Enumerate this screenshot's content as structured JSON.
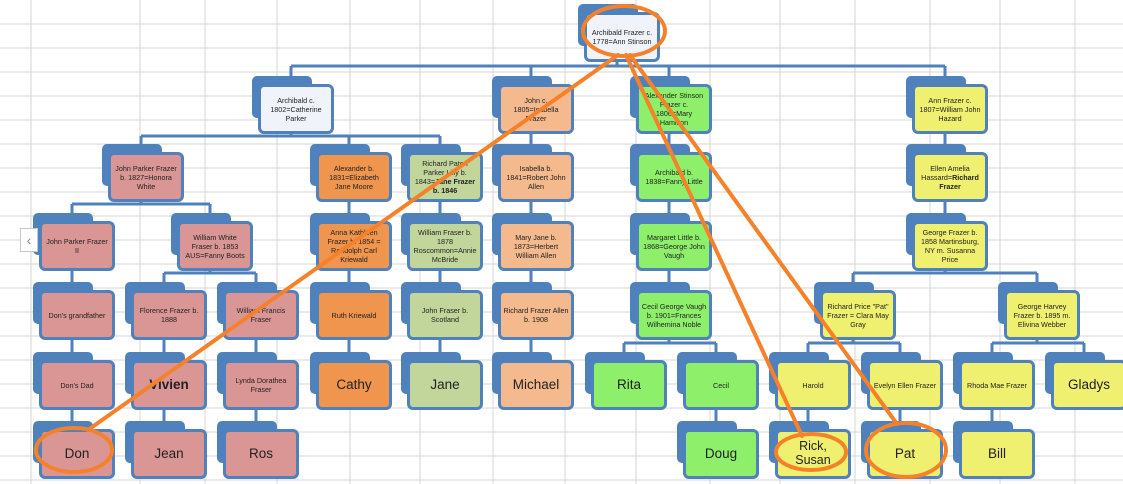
{
  "colors": {
    "connector": "#4f81bd",
    "annotation": "#f5822a",
    "grid": "#d4d4d4"
  },
  "nodes": {
    "root": "Archibald Frazer c. 1778=Ann Stinson",
    "archibald_1802": "Archibald c. 1802=Catherine Parker",
    "john_1805": "John c. 1805=Isabella Frazer",
    "alexander_stinson": "Alexander Stinson Frazer c. 1806=Mary Hamilton",
    "ann_1807": "Ann Frazer c. 1807=William John Hazard",
    "john_parker_1827": "John Parker Frazer b. 1827=Honora White",
    "alexander_1831": "Alexander b. 1831=Elizabeth Jane Moore",
    "richard_paton": "Richard Paton Parker Lilly b. 1843=Jane Frazer b. 1846",
    "isabella_1841": "Isabella b. 1841=Robert John Allen",
    "archibald_1838": "Archibald b. 1838=Fanny Little",
    "ellen_amelia": "Ellen Amelia Hassard=Richard Frazer",
    "john_parker_ii": "John Parker Frazer II",
    "william_white": "William White Fraser b. 1853 AUS=Fanny Boots",
    "anna_kathleen": "Anna Kathleen Frazer b. 1854 = Randolph Carl Kriewald",
    "william_fraser_1878": "William Fraser b. 1878 Roscommon=Annie McBride",
    "mary_jane_1873": "Mary Jane b. 1873=Herbert William Allen",
    "margaret_little": "Margaret Little b. 1868=George John Vaugh",
    "george_1858": "George Frazer b. 1858 Martinsburg, NY m. Susanna Price",
    "dons_grandfather": "Don's grandfather",
    "florence_1888": "Florence Frazer b. 1888",
    "william_francis": "William Francis Fraser",
    "ruth_kriewald": "Ruth Kriewald",
    "john_fraser_scotland": "John Fraser b. Scotland",
    "richard_allen_1908": "Richard Frazer Allen b. 1908",
    "cecil_george_vaugh": "Cecil George Vaugh b. 1901=Frances Wilhemina Noble",
    "richard_pat": "Richard Price \"Pat\" Frazer = Clara May Gray",
    "george_harvey": "George Harvey Frazer b. 1895 m. Elivina Webber",
    "dons_dad": "Don's Dad",
    "vivien": "Vivien",
    "lynda_dorathea": "Lynda Dorathea Fraser",
    "cathy": "Cathy",
    "jane": "Jane",
    "michael": "Michael",
    "rita": "Rita",
    "cecil": "Cecil",
    "harold": "Harold",
    "evelyn_ellen": "Evelyn Ellen Frazer",
    "rhoda_mae": "Rhoda Mae Frazer",
    "gladys": "Gladys",
    "don": "Don",
    "jean": "Jean",
    "ros": "Ros",
    "doug": "Doug",
    "rick_susan": "Rick, Susan",
    "pat": "Pat",
    "bill": "Bill"
  },
  "highlighted": [
    "root",
    "don",
    "rick_susan",
    "pat"
  ],
  "scroll_left_icon": "‹"
}
